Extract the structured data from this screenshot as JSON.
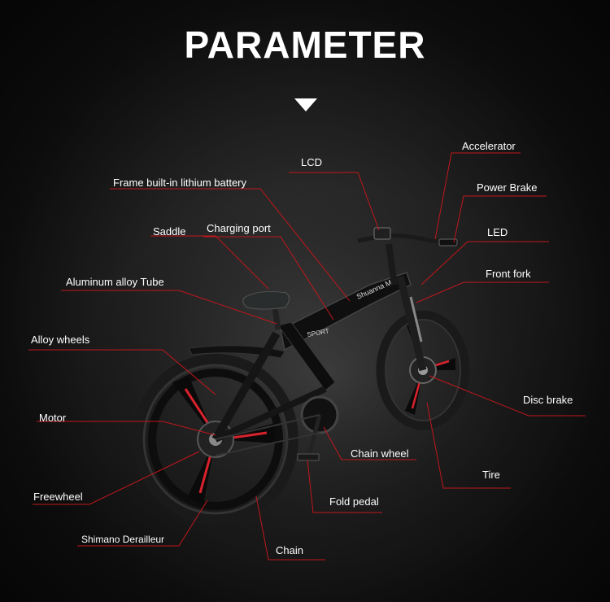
{
  "title": "PARAMETER",
  "colors": {
    "background": "#0c0c0c",
    "leader_line": "#c0171c",
    "accent": "#e8212a",
    "frame": "#111111"
  },
  "icons": {
    "scroll_down": "chevron-down-icon"
  },
  "labels": {
    "accelerator": "Accelerator",
    "lcd": "LCD",
    "frame_battery": "Frame built-in lithium battery",
    "power_brake": "Power Brake",
    "saddle": "Saddle",
    "charging_port": "Charging port",
    "led": "LED",
    "front_fork": "Front fork",
    "aluminum_tube": "Aluminum alloy Tube",
    "alloy_wheels": "Alloy wheels",
    "disc_brake": "Disc brake",
    "motor": "Motor",
    "chain_wheel": "Chain wheel",
    "tire": "Tire",
    "freewheel": "Freewheel",
    "fold_pedal": "Fold pedal",
    "shimano_derailleur": "Shimano Derailleur",
    "chain": "Chain"
  }
}
